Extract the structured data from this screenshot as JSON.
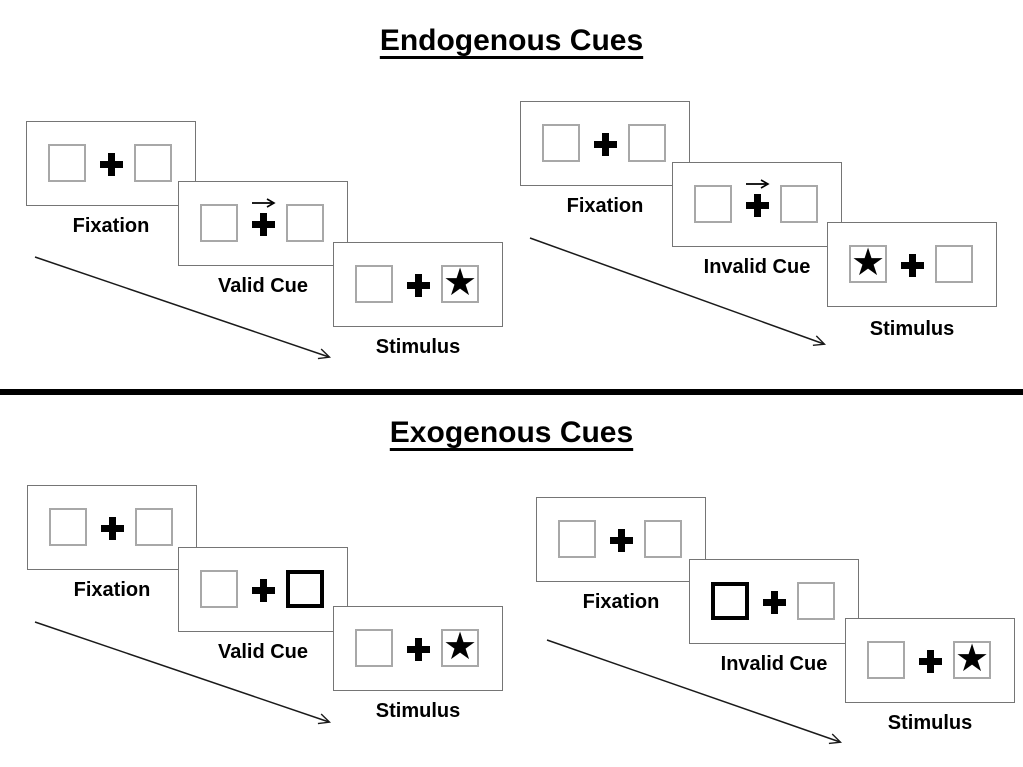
{
  "figure": {
    "kind": "posner-cueing-task-diagram",
    "background": "#ffffff",
    "ink": "#000000",
    "panel_border_color": "#757575",
    "placeholder_border_color": "#a8a8a8"
  },
  "icons": {
    "star": "★",
    "fixation_cross": "+",
    "cue_arrow_direction": "right"
  },
  "sections": [
    {
      "title": "Endogenous Cues",
      "groups": [
        {
          "name": "valid-trial",
          "panels": [
            {
              "label": "Fixation",
              "type": "fixation"
            },
            {
              "label": "Valid Cue",
              "type": "cue",
              "cue": "arrow-right"
            },
            {
              "label": "Stimulus",
              "type": "stimulus",
              "star_side": "right"
            }
          ]
        },
        {
          "name": "invalid-trial",
          "panels": [
            {
              "label": "Fixation",
              "type": "fixation"
            },
            {
              "label": "Invalid Cue",
              "type": "cue",
              "cue": "arrow-right"
            },
            {
              "label": "Stimulus",
              "type": "stimulus",
              "star_side": "left"
            }
          ]
        }
      ]
    },
    {
      "title": "Exogenous Cues",
      "groups": [
        {
          "name": "valid-trial",
          "panels": [
            {
              "label": "Fixation",
              "type": "fixation"
            },
            {
              "label": "Valid Cue",
              "type": "cue",
              "cue": "thick-box-right"
            },
            {
              "label": "Stimulus",
              "type": "stimulus",
              "star_side": "right"
            }
          ]
        },
        {
          "name": "invalid-trial",
          "panels": [
            {
              "label": "Fixation",
              "type": "fixation"
            },
            {
              "label": "Invalid Cue",
              "type": "cue",
              "cue": "thick-box-left"
            },
            {
              "label": "Stimulus",
              "type": "stimulus",
              "star_side": "right"
            }
          ]
        }
      ]
    }
  ]
}
